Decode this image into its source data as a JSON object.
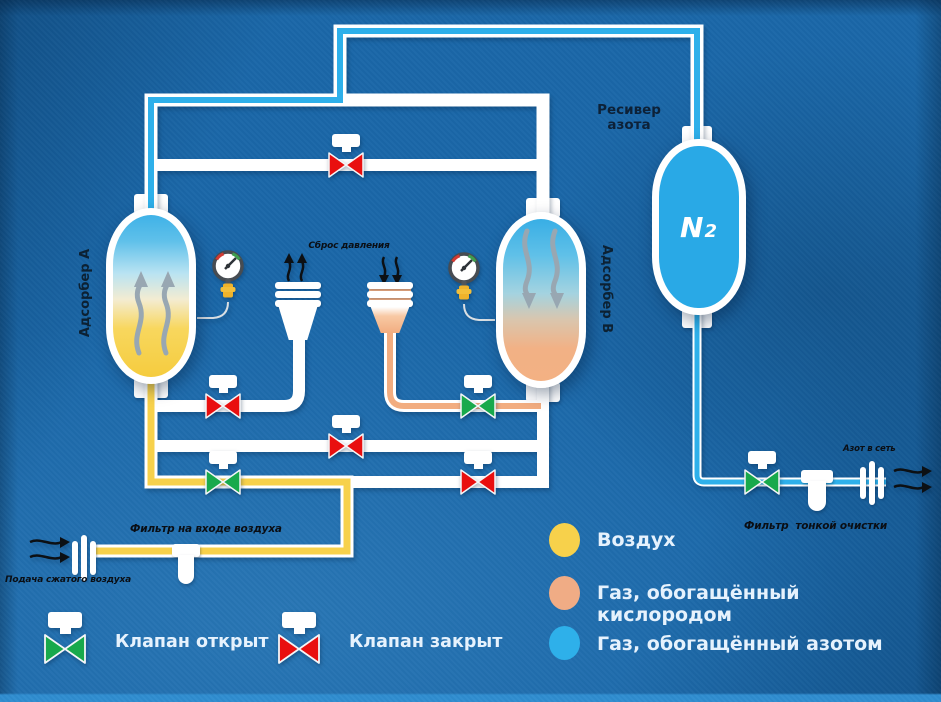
{
  "labels": {
    "adsorber_a": "Адсорбер А",
    "adsorber_b": "Адсорбер B",
    "receiver_line1": "Ресивер",
    "receiver_line2": "азота",
    "n2_main": "N",
    "n2_sub": "2",
    "pressure_release": "Сброс давления",
    "air_supply": "Подача сжатого воздуха",
    "inlet_filter": "Фильтр на входе воздуха",
    "fine_filter": "Фильтр  тонкой очистки",
    "nitrogen_to_network": "Азот в сеть"
  },
  "legend": {
    "gas": [
      {
        "label": "Воздух",
        "color": "#f7d14b"
      },
      {
        "label": "Газ, обогащённый кислородом",
        "color": "#f0ac85"
      },
      {
        "label": "Газ, обогащённый азотом",
        "color": "#2eb0ea"
      }
    ],
    "valve_open_label": "Клапан открыт",
    "valve_closed_label": "Клапан закрыт"
  },
  "valves": [
    {
      "id": "crossover-top",
      "state": "closed",
      "color": "#e90f0f"
    },
    {
      "id": "depressurize-a",
      "state": "closed",
      "color": "#e90f0f"
    },
    {
      "id": "depressurize-b",
      "state": "open",
      "color": "#18a94c"
    },
    {
      "id": "equalization",
      "state": "closed",
      "color": "#e90f0f"
    },
    {
      "id": "feed-a",
      "state": "open",
      "color": "#18a94c"
    },
    {
      "id": "feed-b",
      "state": "closed",
      "color": "#e90f0f"
    },
    {
      "id": "product-outlet",
      "state": "open",
      "color": "#18a94c"
    }
  ],
  "colors": {
    "air_yellow": "#f7d14b",
    "oxygen_orange": "#f2ad80",
    "nitrogen_cyan": "#2eb0ea",
    "valve_open_green": "#18a94c",
    "valve_closed_red": "#e90f0f",
    "pipe_casing_white": "#ffffff",
    "flow_arrow_gray": "#98a7b2",
    "arrow_black": "#0c1014",
    "label_dark": "#0c2133",
    "label_light": "#e6f2fd",
    "background_blue": "#1a67a8"
  }
}
